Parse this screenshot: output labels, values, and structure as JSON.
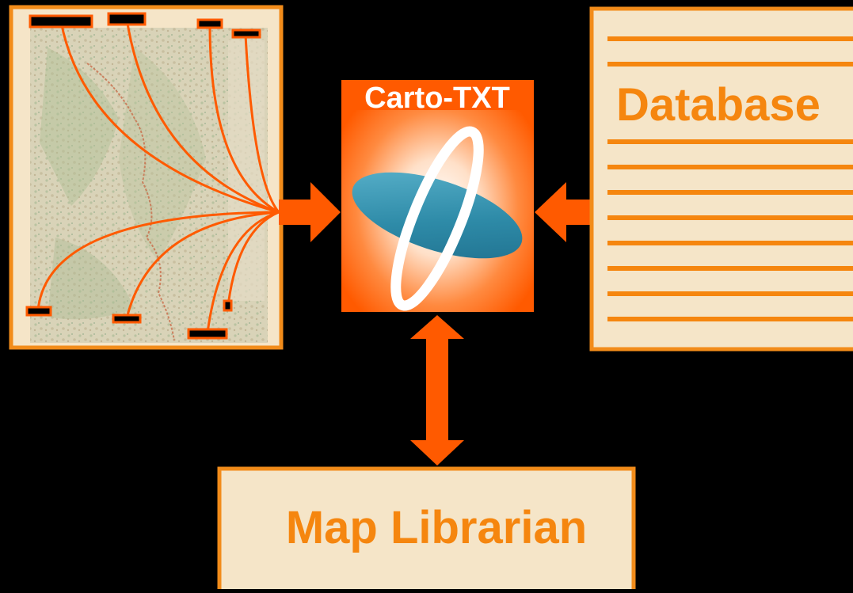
{
  "diagram": {
    "logo": {
      "title": "Carto-TXT"
    },
    "database_box": {
      "label": "Database"
    },
    "librarian_box": {
      "label": "Map Librarian"
    }
  },
  "colors": {
    "background": "#000000",
    "orange_accent": "#FF5A00",
    "box_border": "#F28C1A",
    "box_fill": "#F5E5C8",
    "label_orange": "#F5860F",
    "logo_blue": "#2E8BA8",
    "white": "#FFFFFF"
  }
}
